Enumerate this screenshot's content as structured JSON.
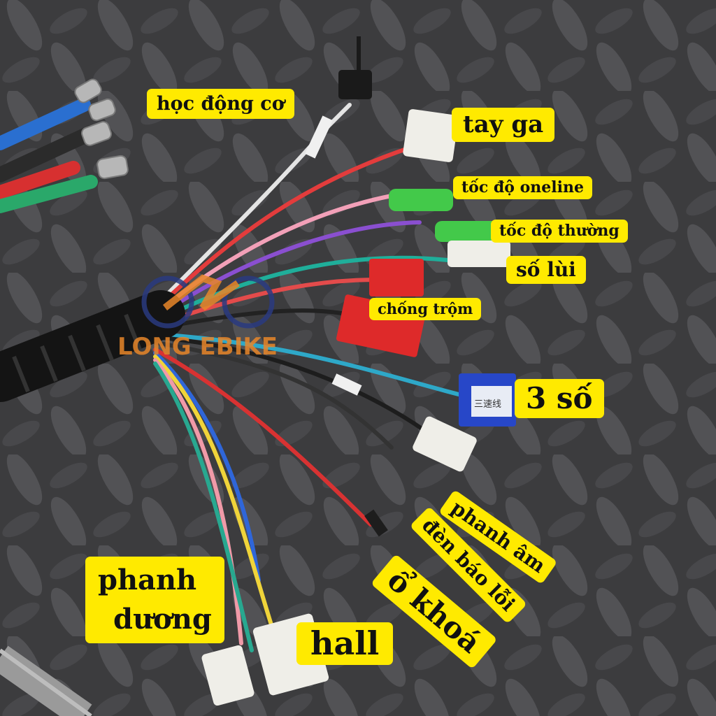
{
  "photo": {
    "background_color": "#3e3e40",
    "label_color": "#ffea00",
    "logo_text": "LONG EBIKE",
    "labels": {
      "hoc_dong_co": "học động cơ",
      "tay_ga": "tay ga",
      "toc_do_oneline": "tốc độ oneline",
      "toc_do_thuong": "tốc độ thường",
      "so_lui": "số lùi",
      "chong_trom": "chống trộm",
      "ba_so": "3 số",
      "phanh_am": "phanh âm",
      "den_bao_loi": "đèn báo lỗi",
      "o_khoa": "ổ khoá",
      "hall": "hall",
      "phanh_duong_1": "phanh",
      "phanh_duong_2": "dương"
    },
    "connector_text": "三速线"
  }
}
